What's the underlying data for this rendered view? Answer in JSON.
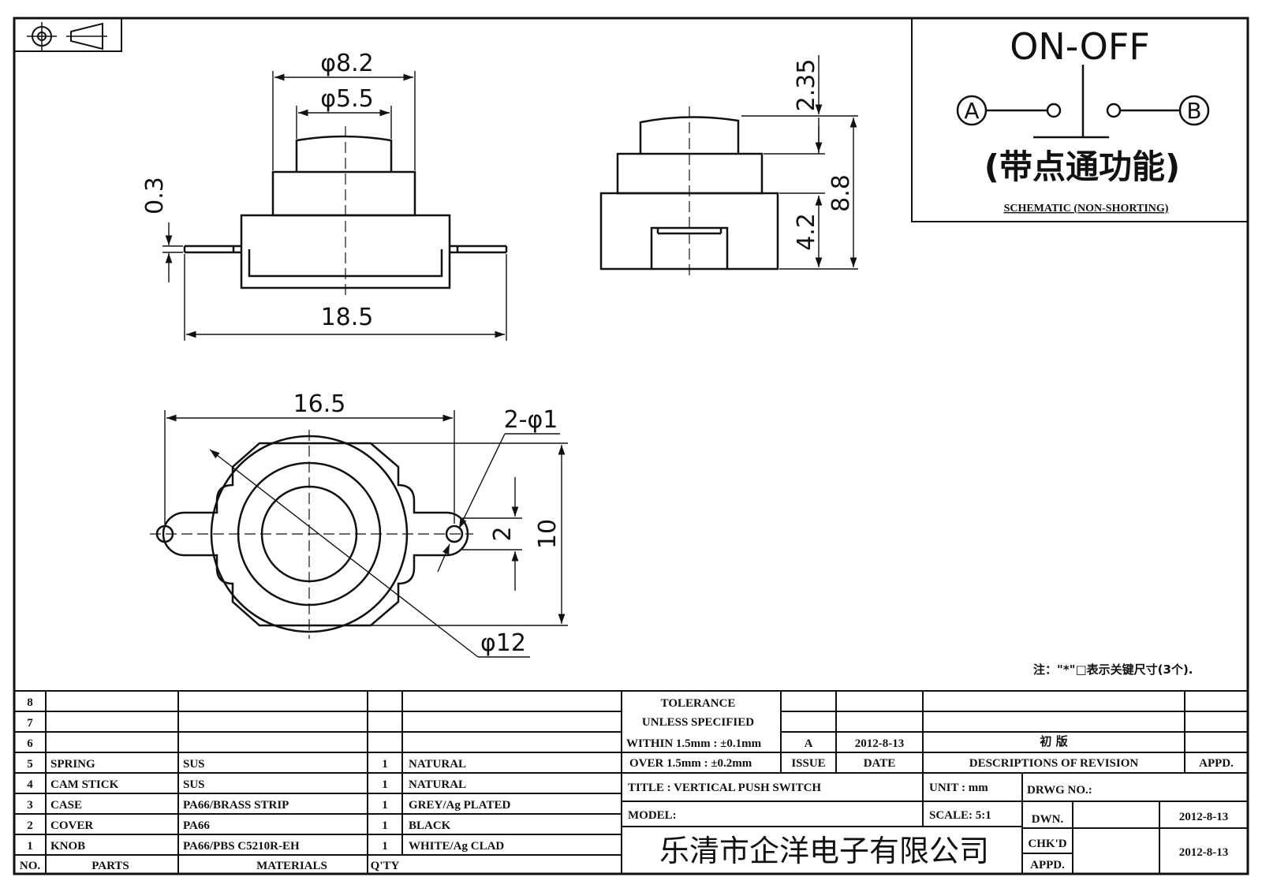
{
  "schematic": {
    "title": "ON-OFF",
    "terminal_a": "A",
    "terminal_b": "B",
    "subtitle": "(带点通功能)",
    "caption": "SCHEMATIC (NON-SHORTING)"
  },
  "dimensions": {
    "phi_8_2": "φ8.2",
    "phi_5_5": "φ5.5",
    "d_0_3": "0.3",
    "d_18_5": "18.5",
    "d_2_35": "2.35",
    "d_8_8": "8.8",
    "d_4_2": "4.2",
    "d_16_5": "16.5",
    "hole": "2-φ1",
    "d_2": "2",
    "d_10": "10",
    "phi_12": "φ12"
  },
  "note": "注：\"*\"□表示关键尺寸(3个).",
  "parts_list": {
    "rows": [
      {
        "no": "8",
        "part": "",
        "material": "",
        "qty": "",
        "finish": ""
      },
      {
        "no": "7",
        "part": "",
        "material": "",
        "qty": "",
        "finish": ""
      },
      {
        "no": "6",
        "part": "",
        "material": "",
        "qty": "",
        "finish": ""
      },
      {
        "no": "5",
        "part": "SPRING",
        "material": "SUS",
        "qty": "1",
        "finish": "NATURAL"
      },
      {
        "no": "4",
        "part": "CAM STICK",
        "material": "SUS",
        "qty": "1",
        "finish": "NATURAL"
      },
      {
        "no": "3",
        "part": "CASE",
        "material": "PA66/BRASS STRIP",
        "qty": "1",
        "finish": "GREY/Ag PLATED"
      },
      {
        "no": "2",
        "part": "COVER",
        "material": "PA66",
        "qty": "1",
        "finish": "BLACK"
      },
      {
        "no": "1",
        "part": "KNOB",
        "material": "PA66/PBS C5210R-EH",
        "qty": "1",
        "finish": "WHITE/Ag CLAD"
      }
    ],
    "header": {
      "no": "NO.",
      "part": "PARTS",
      "material": "MATERIALS",
      "qty": "Q'TY"
    }
  },
  "tolerance": {
    "line1": "TOLERANCE",
    "line2": "UNLESS  SPECIFIED",
    "line3": "WITHIN 1.5mm : ±0.1mm",
    "line4": "OVER 1.5mm : ±0.2mm"
  },
  "revision": {
    "issue": "A",
    "date": "2012-8-13",
    "description": "初 版",
    "issue_label": "ISSUE",
    "date_label": "DATE",
    "desc_label": "DESCRIPTIONS OF REVISION",
    "appd_label": "APPD."
  },
  "title_block": {
    "title": "TITLE :  VERTICAL PUSH SWITCH",
    "model": "MODEL:",
    "unit": "UNIT :  mm",
    "scale": "SCALE:  5:1",
    "drwg_no": "DRWG NO.:",
    "dwn": "DWN.",
    "chkd": "CHK'D",
    "appd": "APPD.",
    "dwn_date": "2012-8-13",
    "chkd_date": "2012-8-13",
    "company": "乐清市企洋电子有限公司"
  }
}
